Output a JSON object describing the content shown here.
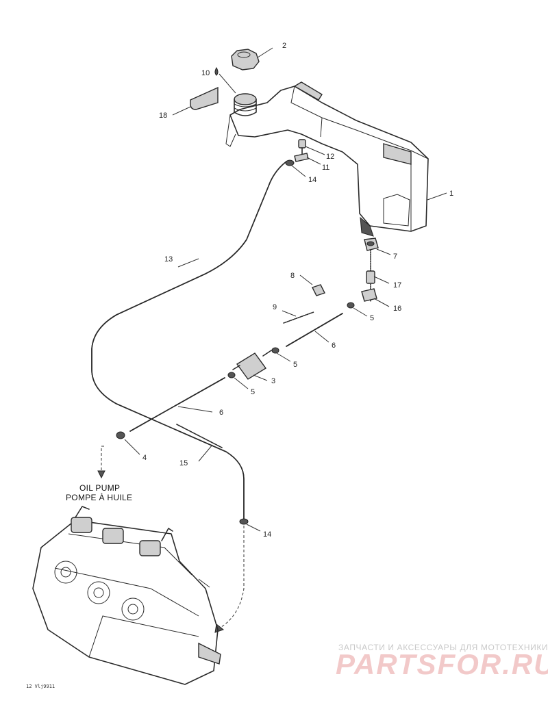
{
  "callouts": {
    "c1": "1",
    "c2": "2",
    "c3": "3",
    "c4": "4",
    "c5a": "5",
    "c5b": "5",
    "c5c": "5",
    "c6a": "6",
    "c6b": "6",
    "c7": "7",
    "c8": "8",
    "c9": "9",
    "c10": "10",
    "c11": "11",
    "c12": "12",
    "c13": "13",
    "c14a": "14",
    "c14b": "14",
    "c15": "15",
    "c16": "16",
    "c17": "17",
    "c18": "18"
  },
  "labels": {
    "oil_pump_en": "OIL PUMP",
    "oil_pump_fr": "POMPE À HUILE",
    "figure_ref": "12 Vlj9911"
  },
  "watermark": {
    "tagline": "ЗАПЧАСТИ И АКСЕССУАРЫ ДЛЯ МОТОТЕХНИКИ",
    "brand": "PARTSFOR.RU",
    "brand_color": "#e6a0a0"
  },
  "icons": {
    "oil_drop": "oil-drop-icon",
    "direction_arrow": "arrow-down-icon"
  }
}
